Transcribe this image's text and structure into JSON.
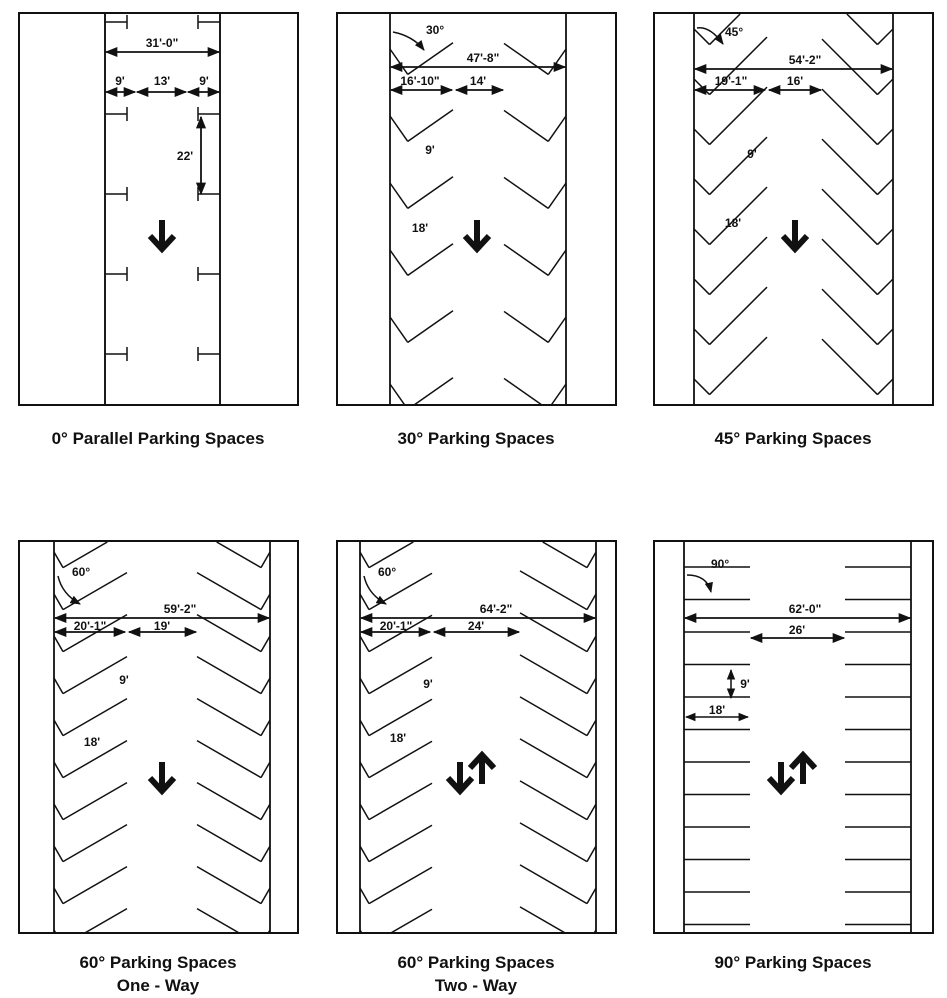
{
  "panels": [
    {
      "caption": "0° Parallel Parking Spaces",
      "overall": "31'-0\"",
      "stall_a": "9'",
      "aisle": "13'",
      "stall_b": "9'",
      "length": "22'",
      "direction": "one-way"
    },
    {
      "caption": "30° Parking Spaces",
      "angle": "30°",
      "overall": "47'-8\"",
      "depth": "16'-10\"",
      "aisle": "14'",
      "width": "9'",
      "length": "18'",
      "direction": "one-way"
    },
    {
      "caption": "45° Parking Spaces",
      "angle": "45°",
      "overall": "54'-2\"",
      "depth": "19'-1\"",
      "aisle": "16'",
      "width": "9'",
      "length": "18'",
      "direction": "one-way"
    },
    {
      "caption": "60° Parking Spaces",
      "caption2": "One - Way",
      "angle": "60°",
      "overall": "59'-2\"",
      "depth": "20'-1\"",
      "aisle": "19'",
      "width": "9'",
      "length": "18'",
      "direction": "one-way"
    },
    {
      "caption": "60° Parking Spaces",
      "caption2": "Two - Way",
      "angle": "60°",
      "overall": "64'-2\"",
      "depth": "20'-1\"",
      "aisle": "24'",
      "width": "9'",
      "length": "18'",
      "direction": "two-way"
    },
    {
      "caption": "90° Parking Spaces",
      "angle": "90°",
      "overall": "62'-0\"",
      "aisle": "26'",
      "width": "9'",
      "length": "18'",
      "direction": "two-way"
    }
  ]
}
